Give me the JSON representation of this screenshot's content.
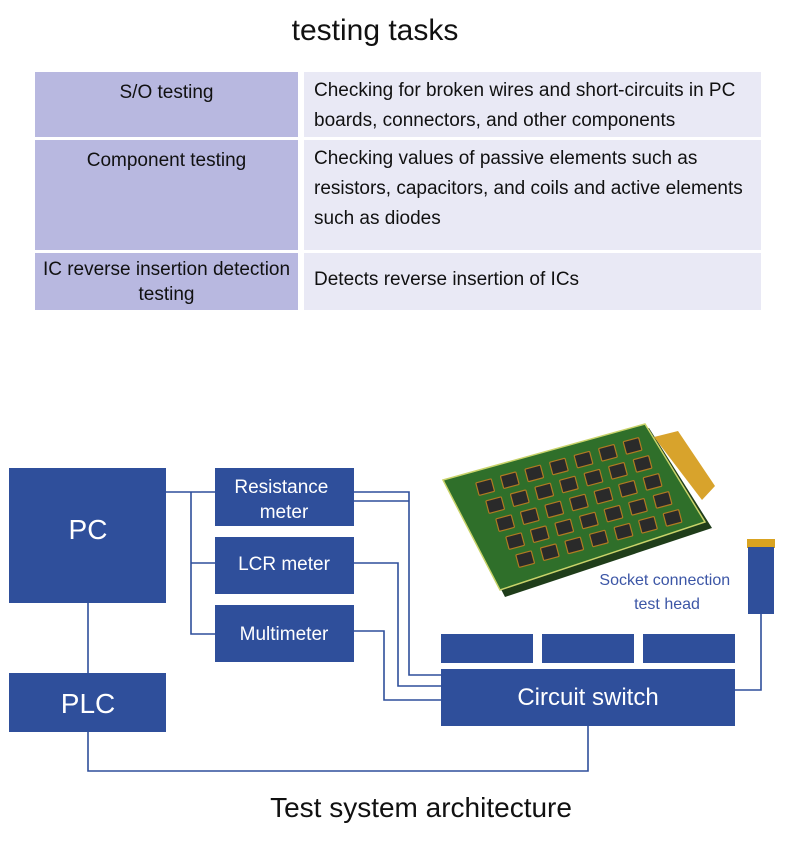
{
  "title": "testing tasks",
  "tasks": [
    {
      "name": "S/O testing",
      "description": "Checking for broken wires and short-circuits in PC boards, connectors, and other components"
    },
    {
      "name": "Component testing",
      "description": "Checking values of passive elements such as resistors, capacitors, and coils and active elements such as diodes"
    },
    {
      "name": "IC reverse insertion detection testing",
      "description": "Detects reverse insertion of ICs"
    }
  ],
  "diagram": {
    "pc_label": "PC",
    "plc_label": "PLC",
    "resistance_meter_label": "Resistance meter",
    "lcr_meter_label": "LCR meter",
    "multimeter_label": "Multimeter",
    "circuit_switch_label": "Circuit switch",
    "socket_head_label": "Socket connection test head",
    "caption": "Test system architecture",
    "block_color": "#2f4f9b",
    "line_color": "#2f4f9b",
    "label_color": "#3c56a6"
  }
}
